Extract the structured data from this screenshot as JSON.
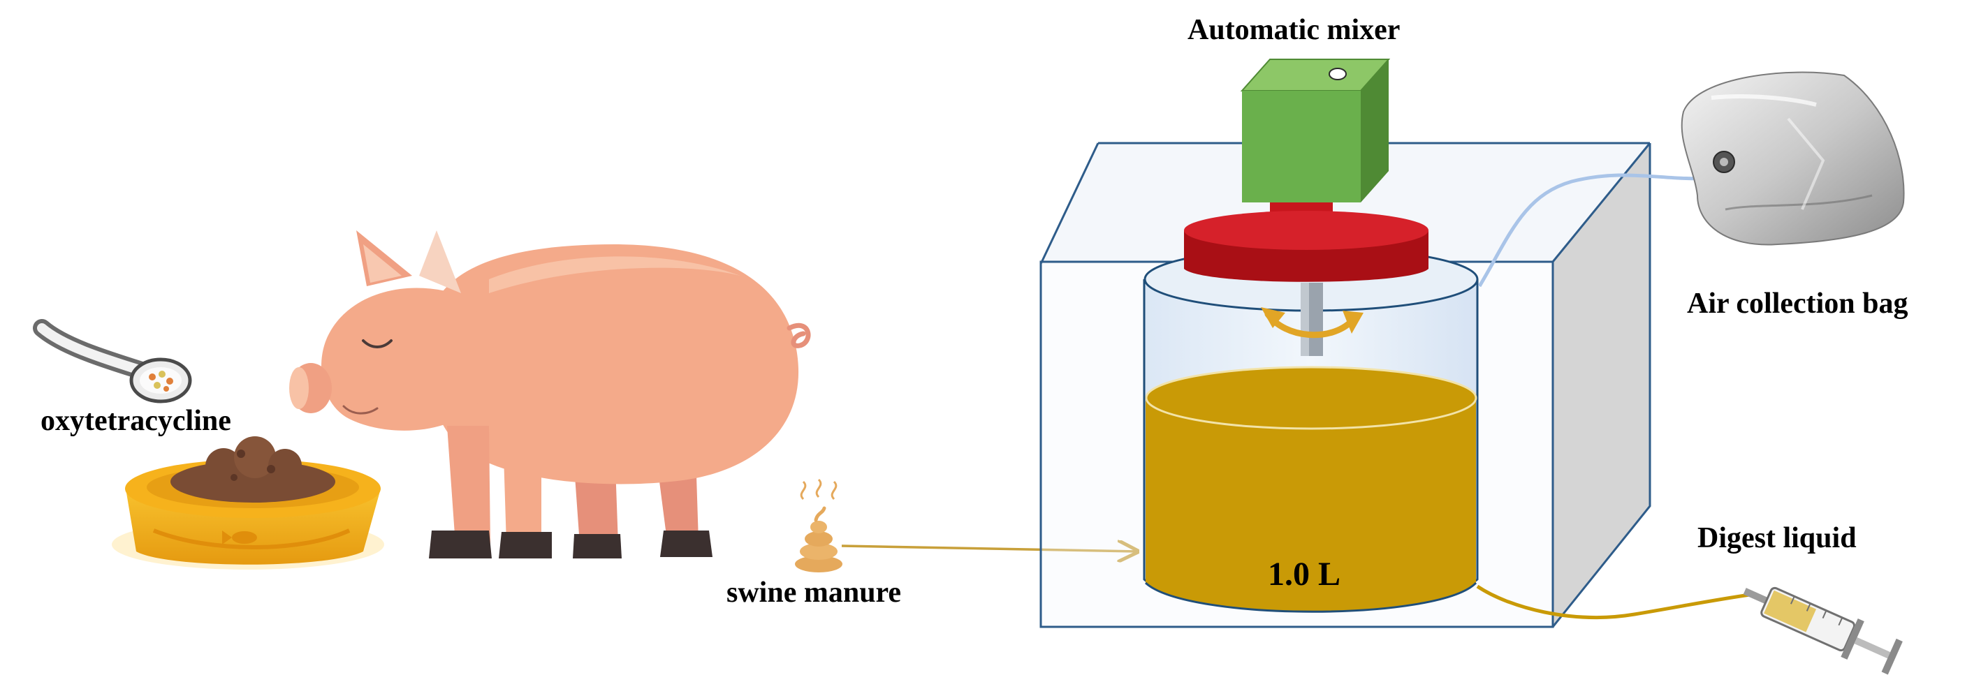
{
  "labels": {
    "automatic_mixer": "Automatic mixer",
    "air_collection_bag": "Air collection bag",
    "oxytetracycline": "oxytetracycline",
    "swine_manure": "swine manure",
    "volume": "1.0 L",
    "digest_liquid": "Digest liquid"
  },
  "colors": {
    "pig_body": "#F4AA8A",
    "pig_shadow": "#E6907A",
    "bowl": "#F6B21C",
    "feed": "#7A4C34",
    "mixer_box": "#6AB04C",
    "mixer_plate": "#C8161D",
    "liquid": "#C99A06",
    "tank_outline": "#1F4E79",
    "tube": "#A9C4E8",
    "arrow": "#E1A526",
    "manure": "#E5A95C"
  }
}
